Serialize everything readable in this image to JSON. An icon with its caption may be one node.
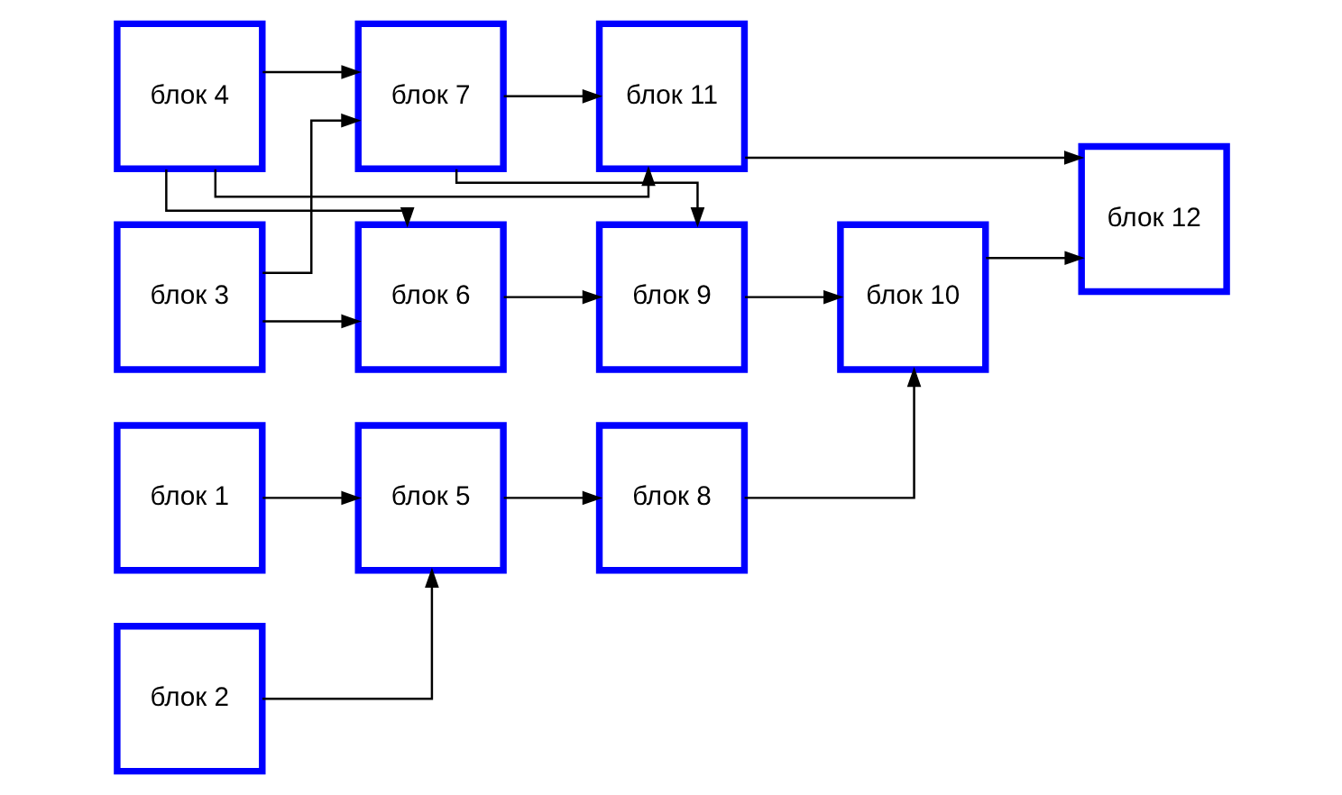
{
  "diagram": {
    "nodes": [
      {
        "text": [
          "блок 1"
        ]
      },
      {
        "text": [
          "блок 2"
        ]
      },
      {
        "text": [
          "блок 3"
        ]
      },
      {
        "text": [
          "блок 4"
        ]
      },
      {
        "text": [
          "блок 5"
        ]
      },
      {
        "text": [
          "блок 6"
        ]
      },
      {
        "text": [
          "блок 7"
        ]
      },
      {
        "text": [
          "блок 8"
        ]
      },
      {
        "text": [
          "блок 9"
        ]
      },
      {
        "text": [
          "блок 10"
        ]
      },
      {
        "text": [
          "блок 11"
        ]
      },
      {
        "text": [
          "блок 12"
        ]
      }
    ],
    "edges": [
      {
        "from": 0,
        "to": 4,
        "arrow": "to"
      },
      {
        "from": 1,
        "to": 4,
        "arrow": "to"
      },
      {
        "from": 4,
        "to": 7,
        "arrow": "to"
      },
      {
        "from": 2,
        "to": 5,
        "arrow": "to"
      },
      {
        "from": 2,
        "to": 6,
        "arrow": "to"
      },
      {
        "from": 3,
        "to": 5,
        "arrow": "to"
      },
      {
        "from": 3,
        "to": 6,
        "arrow": "to"
      },
      {
        "from": 5,
        "to": 8,
        "arrow": "to"
      },
      {
        "from": 6,
        "to": 8,
        "arrow": "to"
      },
      {
        "from": 6,
        "to": 10,
        "arrow": "to"
      },
      {
        "from": 3,
        "to": 10,
        "arrow": "to"
      },
      {
        "from": 7,
        "to": 9,
        "arrow": "to"
      },
      {
        "from": 8,
        "to": 9,
        "arrow": "to"
      },
      {
        "from": 9,
        "to": 11,
        "arrow": "to"
      },
      {
        "from": 10,
        "to": 11,
        "arrow": "to"
      }
    ]
  }
}
